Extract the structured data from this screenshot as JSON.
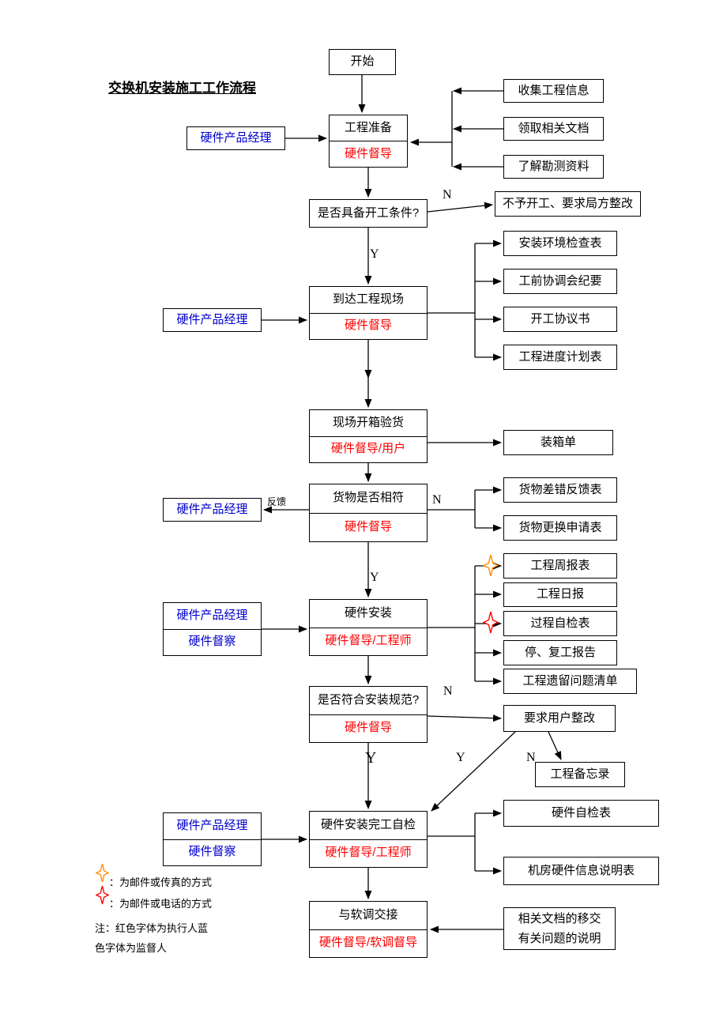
{
  "title": "交换机安装施工工作流程",
  "colors": {
    "executor_red": "#FF0000",
    "supervisor_blue": "#0000CC",
    "star_orange": "#FF8C00",
    "star_red": "#FF0000",
    "line": "#000000"
  },
  "icons": {
    "fax_star": "4-point-star-orange-outline",
    "phone_star": "4-point-star-red-outline"
  },
  "nodes": {
    "start": "开始",
    "prep_task": "工程准备",
    "prep_exec": "硬件督导",
    "hw_pm_1": "硬件产品经理",
    "collect_info": "收集工程信息",
    "get_docs": "领取相关文档",
    "survey_info": "了解勘测资料",
    "start_condition": "是否具备开工条件?",
    "no_start": "不予开工、要求局方整改",
    "arrive_task": "到达工程现场",
    "arrive_exec": "硬件督导",
    "hw_pm_2": "硬件产品经理",
    "env_check": "安装环境检查表",
    "pre_meeting": "工前协调会纪要",
    "start_agreement": "开工协议书",
    "schedule": "工程进度计划表",
    "unbox_task": "现场开箱验货",
    "unbox_exec": "硬件督导/用户",
    "packing_list": "装箱单",
    "match_task": "货物是否相符",
    "match_exec": "硬件督导",
    "hw_pm_3": "硬件产品经理",
    "error_table": "货物差错反馈表",
    "replace_table": "货物更换申请表",
    "install_task": "硬件安装",
    "install_exec": "硬件督导/工程师",
    "pm1_line1": "硬件产品经理",
    "pm1_line2": "硬件督察",
    "weekly": "工程周报表",
    "daily": "工程日报",
    "process_check": "过程自检表",
    "stop_resume": "停、复工报告",
    "leftover": "工程遗留问题清单",
    "standard_task": "是否符合安装规范?",
    "standard_exec": "硬件督导",
    "user_rectify": "要求用户整改",
    "memo": "工程备忘录",
    "final_task": "硬件安装完工自检",
    "final_exec": "硬件督导/工程师",
    "pm2_line1": "硬件产品经理",
    "pm2_line2": "硬件督察",
    "hw_check_table": "硬件自检表",
    "room_info": "机房硬件信息说明表",
    "handover_task": "与软调交接",
    "handover_exec": "硬件督导/软调督导",
    "doc_handover_line1": "相关文档的移交",
    "doc_handover_line2": "有关问题的说明"
  },
  "labels": {
    "n_condition": "N",
    "y_condition": "Y",
    "feedback": "反馈",
    "n_match": "N",
    "y_match": "Y",
    "n_standard": "N",
    "y_standard": "Y",
    "y_rectify": "Y",
    "n_rectify": "N"
  },
  "legend": {
    "fax_star_text": "：为邮件或传真的方式",
    "phone_star_text": "：为邮件或电话的方式",
    "note_line1": "注：红色字体为执行人蓝",
    "note_line2": "色字体为监督人"
  }
}
